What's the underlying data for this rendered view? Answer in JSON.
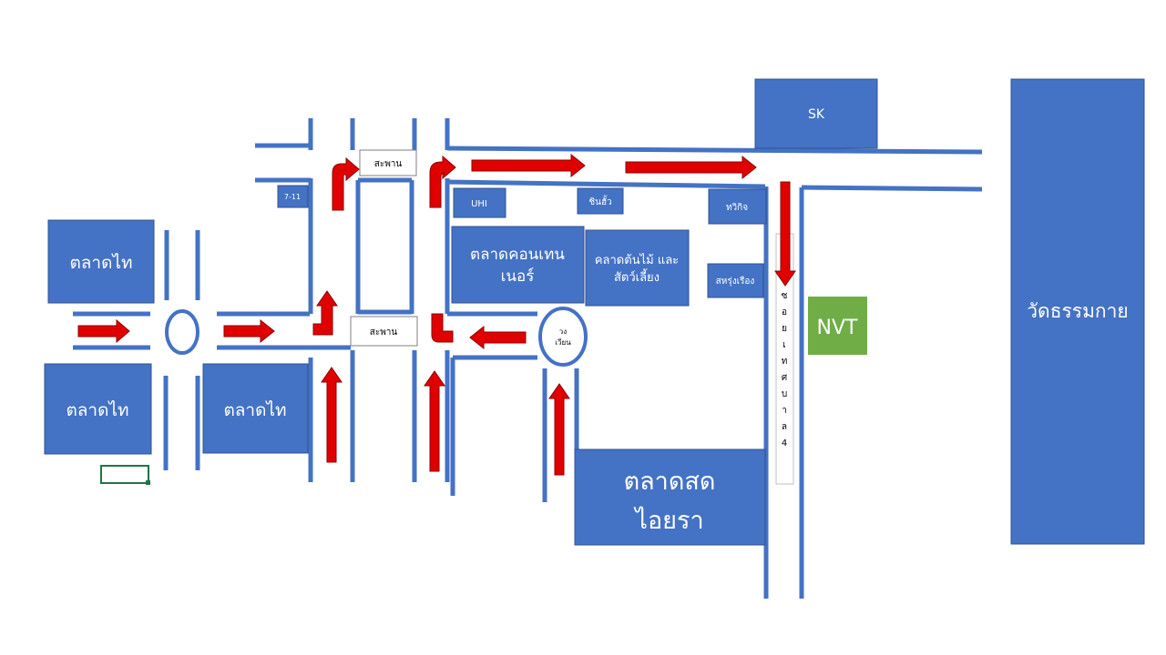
{
  "colors": {
    "road": "#4472C4",
    "block": "#4472C4",
    "block_border": "#2F528F",
    "arrow": "#E00000",
    "arrow_border": "#8B0000",
    "nvt": "#70AD47",
    "bridge_fill": "#FFFFFF",
    "selection_box": "#217346"
  },
  "places": {
    "talad_thai_top": "ตลาดไท",
    "talad_thai_left": "ตลาดไท",
    "talad_thai_mid": "ตลาดไท",
    "container_market_line1": "ตลาดคอนเทน",
    "container_market_line2": "เนอร์",
    "plant_market_line1": "คลาดต้นไม้ และ",
    "plant_market_line2": "สัตว์เลี้ยง",
    "fresh_market_line1": "ตลาดสด",
    "fresh_market_line2": "ไอยรา",
    "wat": "วัดธรรมกาย",
    "sk": "SK",
    "nvt": "NVT",
    "seven_eleven": "7-11",
    "uhi": "UHI",
    "chinhua": "ชินฮั้ว",
    "thawikit": "ทวิกิจ",
    "saharung": "สหรุ่งเรือง"
  },
  "labels": {
    "bridge_top": "สะพาน",
    "bridge_bottom": "สะพาน",
    "roundabout_right_line1": "วง",
    "roundabout_right_line2": "เวียน",
    "soi_thetsaban_4": "ซอยเทศบาล4"
  }
}
